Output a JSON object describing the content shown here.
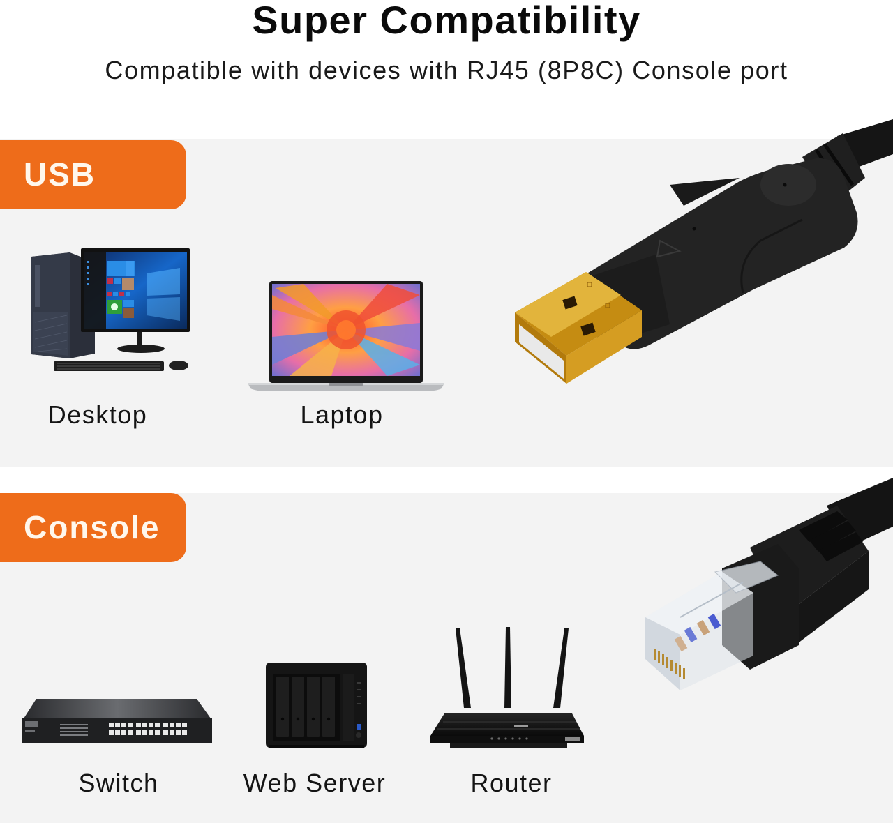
{
  "header": {
    "title": "Super Compatibility",
    "subtitle": "Compatible with devices with RJ45 (8P8C) Console port"
  },
  "sections": [
    {
      "tab_label": "USB",
      "connector": "usb-a-connector",
      "devices": [
        {
          "label": "Desktop",
          "icon": "desktop-computer-icon"
        },
        {
          "label": "Laptop",
          "icon": "laptop-icon"
        }
      ]
    },
    {
      "tab_label": "Console",
      "connector": "rj45-connector",
      "devices": [
        {
          "label": "Switch",
          "icon": "network-switch-icon"
        },
        {
          "label": "Web Server",
          "icon": "nas-server-icon"
        },
        {
          "label": "Router",
          "icon": "wifi-router-icon"
        }
      ]
    }
  ],
  "colors": {
    "accent_orange": "#ee6c1a",
    "panel_bg": "#f3f3f3",
    "page_bg": "#ffffff",
    "connector_gold": "#d9a520",
    "cable_black": "#1e1e1e"
  }
}
